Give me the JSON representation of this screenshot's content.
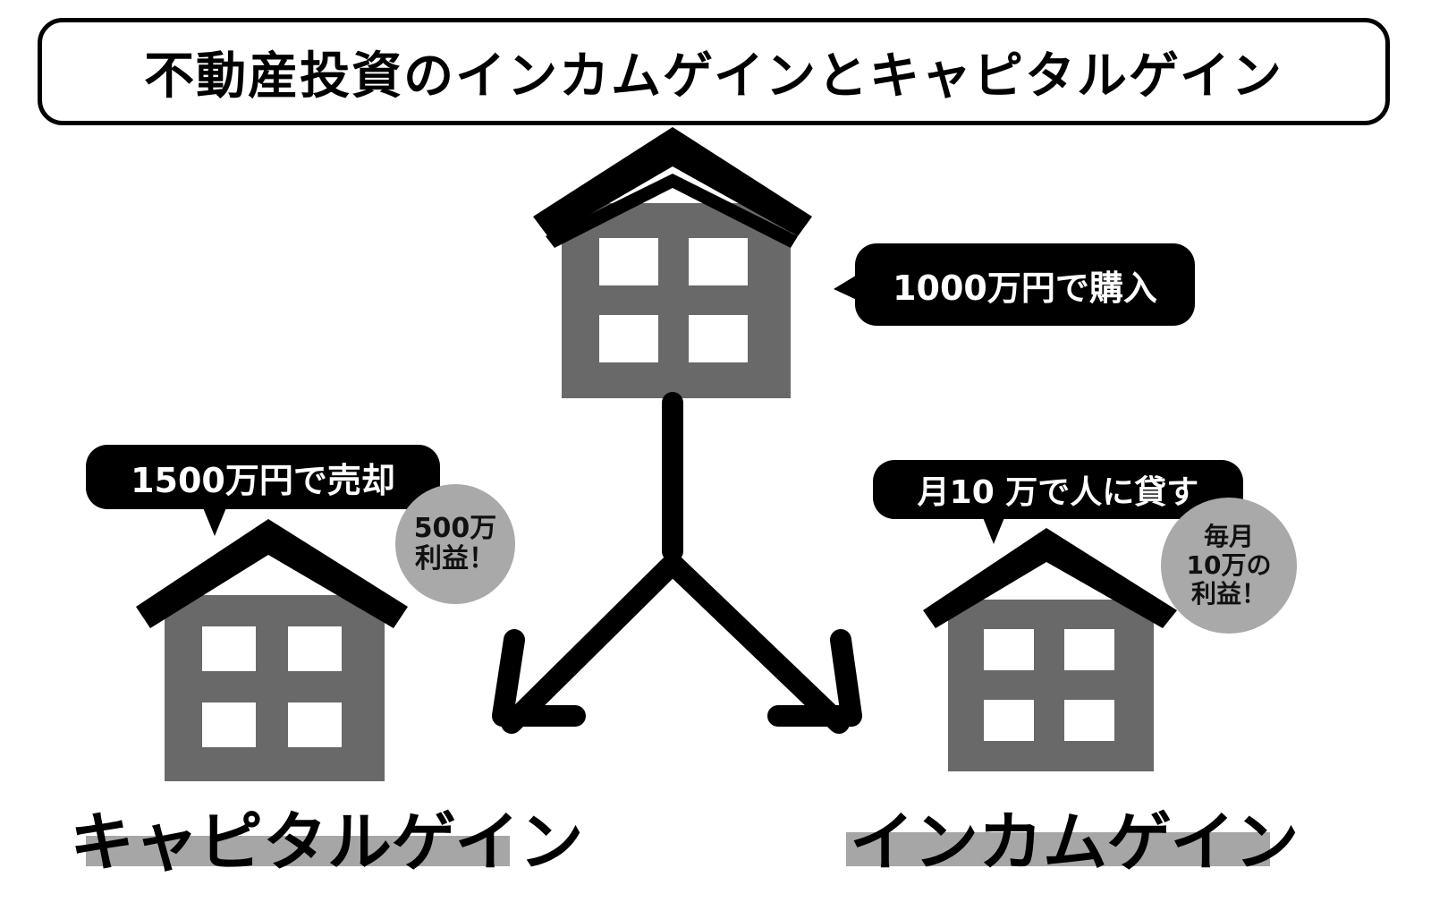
{
  "title": "不動産投資のインカムゲインとキャピタルゲイン",
  "purchase": {
    "bubble": "1000万円で購入"
  },
  "capital": {
    "bubble": "1500万円で売却",
    "profit_line1": "500万",
    "profit_line2": "利益！",
    "label": "キャピタルゲイン"
  },
  "income": {
    "bubble": "月10 万で人に貸す",
    "profit_line1": "毎月",
    "profit_line2": "10万の",
    "profit_line3": "利益！",
    "label": "インカムゲイン"
  },
  "colors": {
    "house_body": "#696969",
    "house_roof": "#000000",
    "window": "#ffffff",
    "circle": "#a9a9a9",
    "label_bar": "#a6a6a6"
  }
}
